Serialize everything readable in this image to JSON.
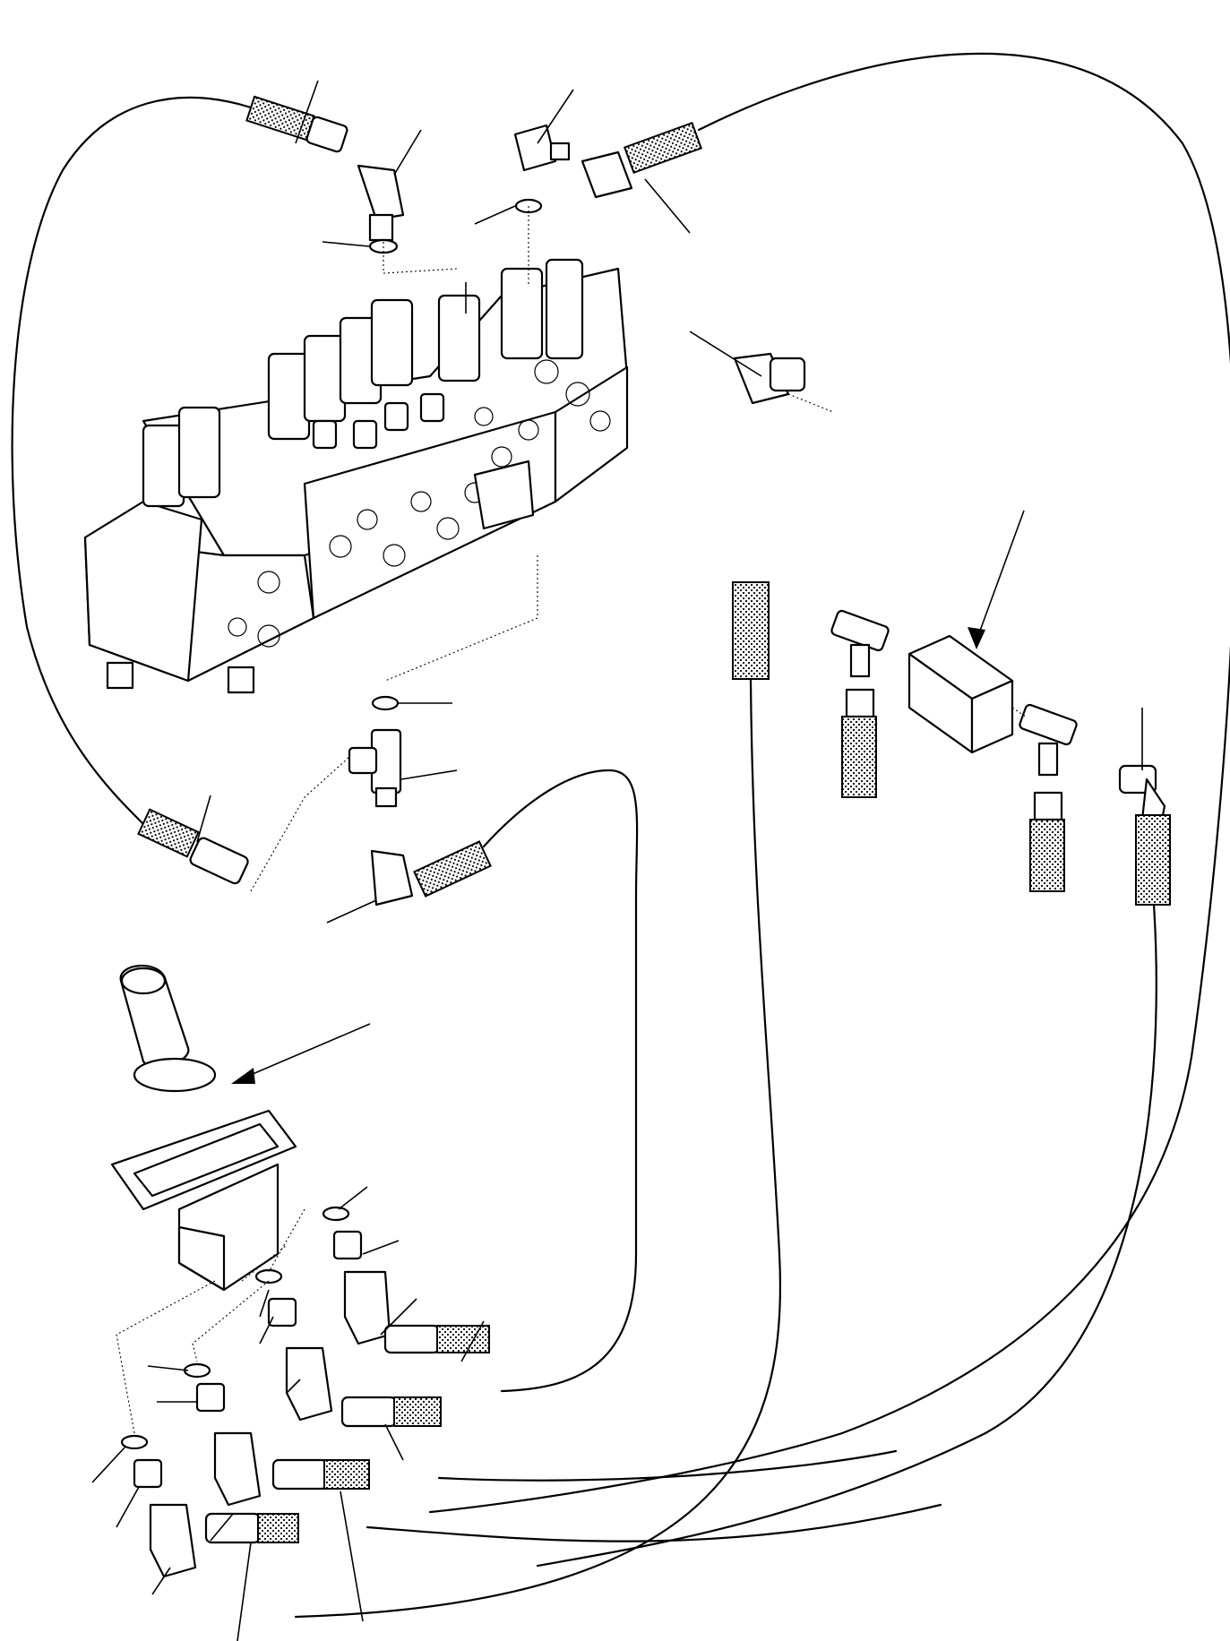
{
  "diagram": {
    "kind": "exploded hydraulic parts drawing",
    "text_labels": [],
    "components": [
      {
        "name": "control-valve-block",
        "icon": "valve-block-icon"
      },
      {
        "name": "pilot-control-joystick",
        "icon": "joystick-icon"
      },
      {
        "name": "valve-block-right",
        "icon": "manifold-block-icon"
      },
      {
        "name": "tee-fitting-center",
        "icon": "tee-fitting-icon"
      },
      {
        "name": "tee-fittings-right",
        "icon": "tee-fitting-icon"
      },
      {
        "name": "elbow-fittings",
        "icon": "elbow-fitting-icon"
      },
      {
        "name": "o-rings",
        "icon": "o-ring-icon"
      },
      {
        "name": "hose-assemblies",
        "icon": "hose-icon"
      }
    ],
    "line_color": "#000000",
    "background_color": "#ffffff"
  }
}
